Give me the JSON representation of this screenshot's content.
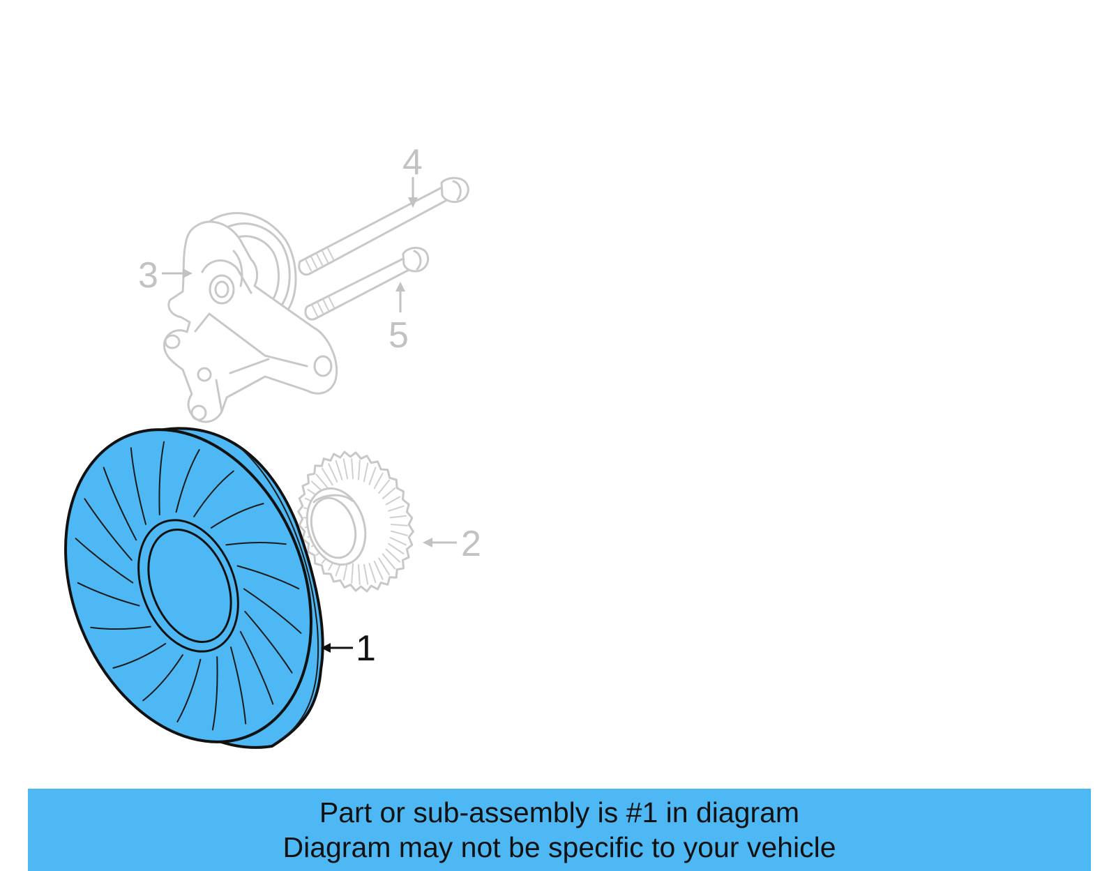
{
  "colors": {
    "highlight_fill": "#4db8f3",
    "inactive_part": "#c8c8c8",
    "outline": "#111111",
    "background": "#ffffff"
  },
  "callouts": [
    {
      "id": "1",
      "label": "1",
      "state": "highlighted",
      "part": "fan-blade",
      "icon": "fan-icon"
    },
    {
      "id": "2",
      "label": "2",
      "state": "inactive",
      "part": "fan-clutch",
      "icon": "clutch-icon"
    },
    {
      "id": "3",
      "label": "3",
      "state": "inactive",
      "part": "mounting-bracket",
      "icon": "bracket-icon"
    },
    {
      "id": "4",
      "label": "4",
      "state": "inactive",
      "part": "long-bolt",
      "icon": "bolt-icon"
    },
    {
      "id": "5",
      "label": "5",
      "state": "inactive",
      "part": "short-bolt",
      "icon": "bolt-icon"
    }
  ],
  "notice": {
    "line1": "Part or sub-assembly is #1 in diagram",
    "line2": "Diagram may not be specific to your vehicle"
  }
}
